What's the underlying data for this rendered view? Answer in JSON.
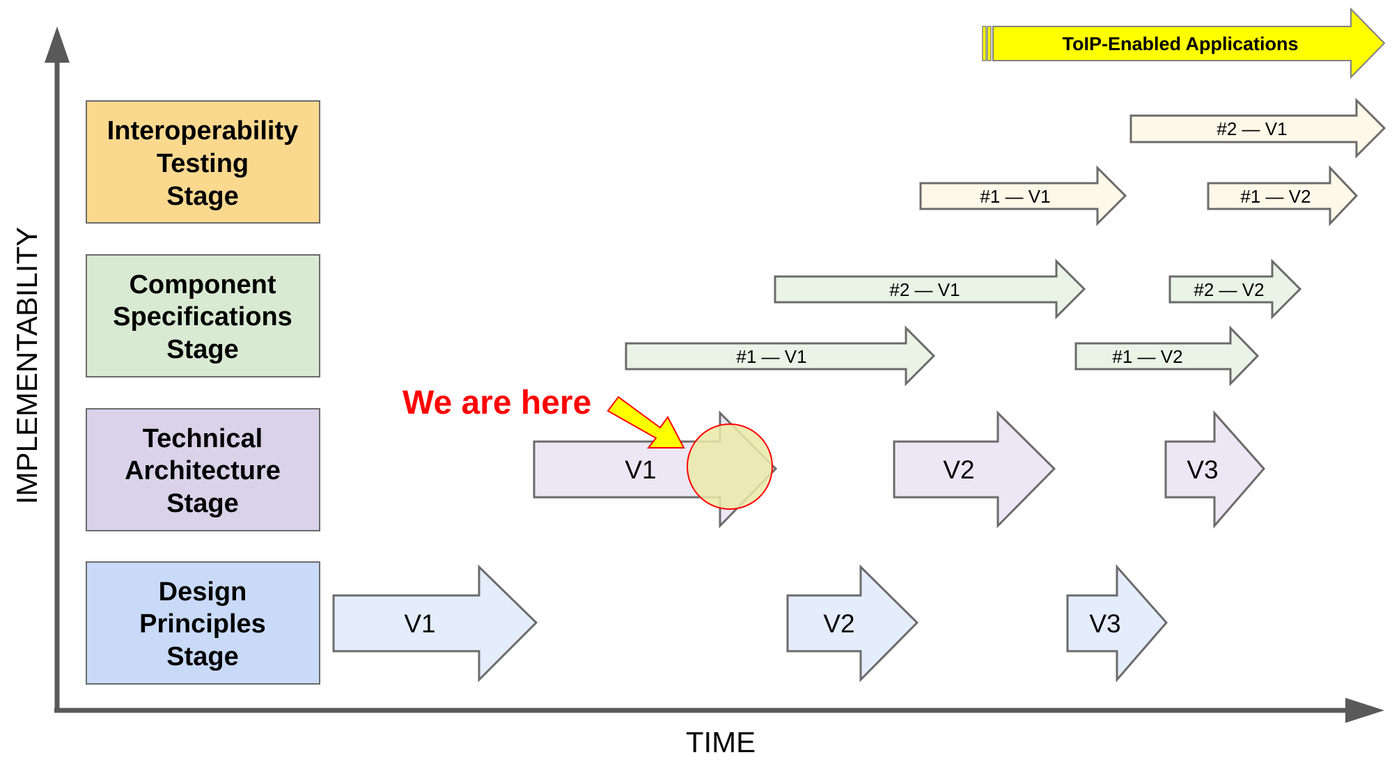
{
  "axes": {
    "y_label": "IMPLEMENTABILITY",
    "x_label": "TIME"
  },
  "banner": {
    "label": "ToIP-Enabled Applications",
    "color": "#ffff00"
  },
  "stages": [
    {
      "key": "interop",
      "lines": [
        "Interoperability",
        "Testing",
        "Stage"
      ],
      "fill": "#fad98f"
    },
    {
      "key": "component",
      "lines": [
        "Component",
        "Specifications",
        "Stage"
      ],
      "fill": "#d9ead3"
    },
    {
      "key": "technical",
      "lines": [
        "Technical",
        "Architecture",
        "Stage"
      ],
      "fill": "#d9d2e9"
    },
    {
      "key": "design",
      "lines": [
        "Design",
        "Principles",
        "Stage"
      ],
      "fill": "#c9daf8"
    }
  ],
  "arrows": {
    "interop": [
      {
        "label": "#2 — V1"
      },
      {
        "label": "#1 — V1"
      },
      {
        "label": "#1 — V2"
      }
    ],
    "component": [
      {
        "label": "#2 — V1"
      },
      {
        "label": "#2 — V2"
      },
      {
        "label": "#1 — V1"
      },
      {
        "label": "#1 — V2"
      }
    ],
    "technical": [
      {
        "label": "V1"
      },
      {
        "label": "V2"
      },
      {
        "label": "V3"
      }
    ],
    "design": [
      {
        "label": "V1"
      },
      {
        "label": "V2"
      },
      {
        "label": "V3"
      }
    ]
  },
  "callout": {
    "label": "We are here",
    "color": "#ff0000"
  },
  "colors": {
    "interop_arrow": "#fdf8e8",
    "component_arrow": "#e9f3e6",
    "technical_arrow": "#ebe7f4",
    "design_arrow": "#e4edfc",
    "axis": "#595959",
    "highlight_fill": "#ebe9a8"
  }
}
